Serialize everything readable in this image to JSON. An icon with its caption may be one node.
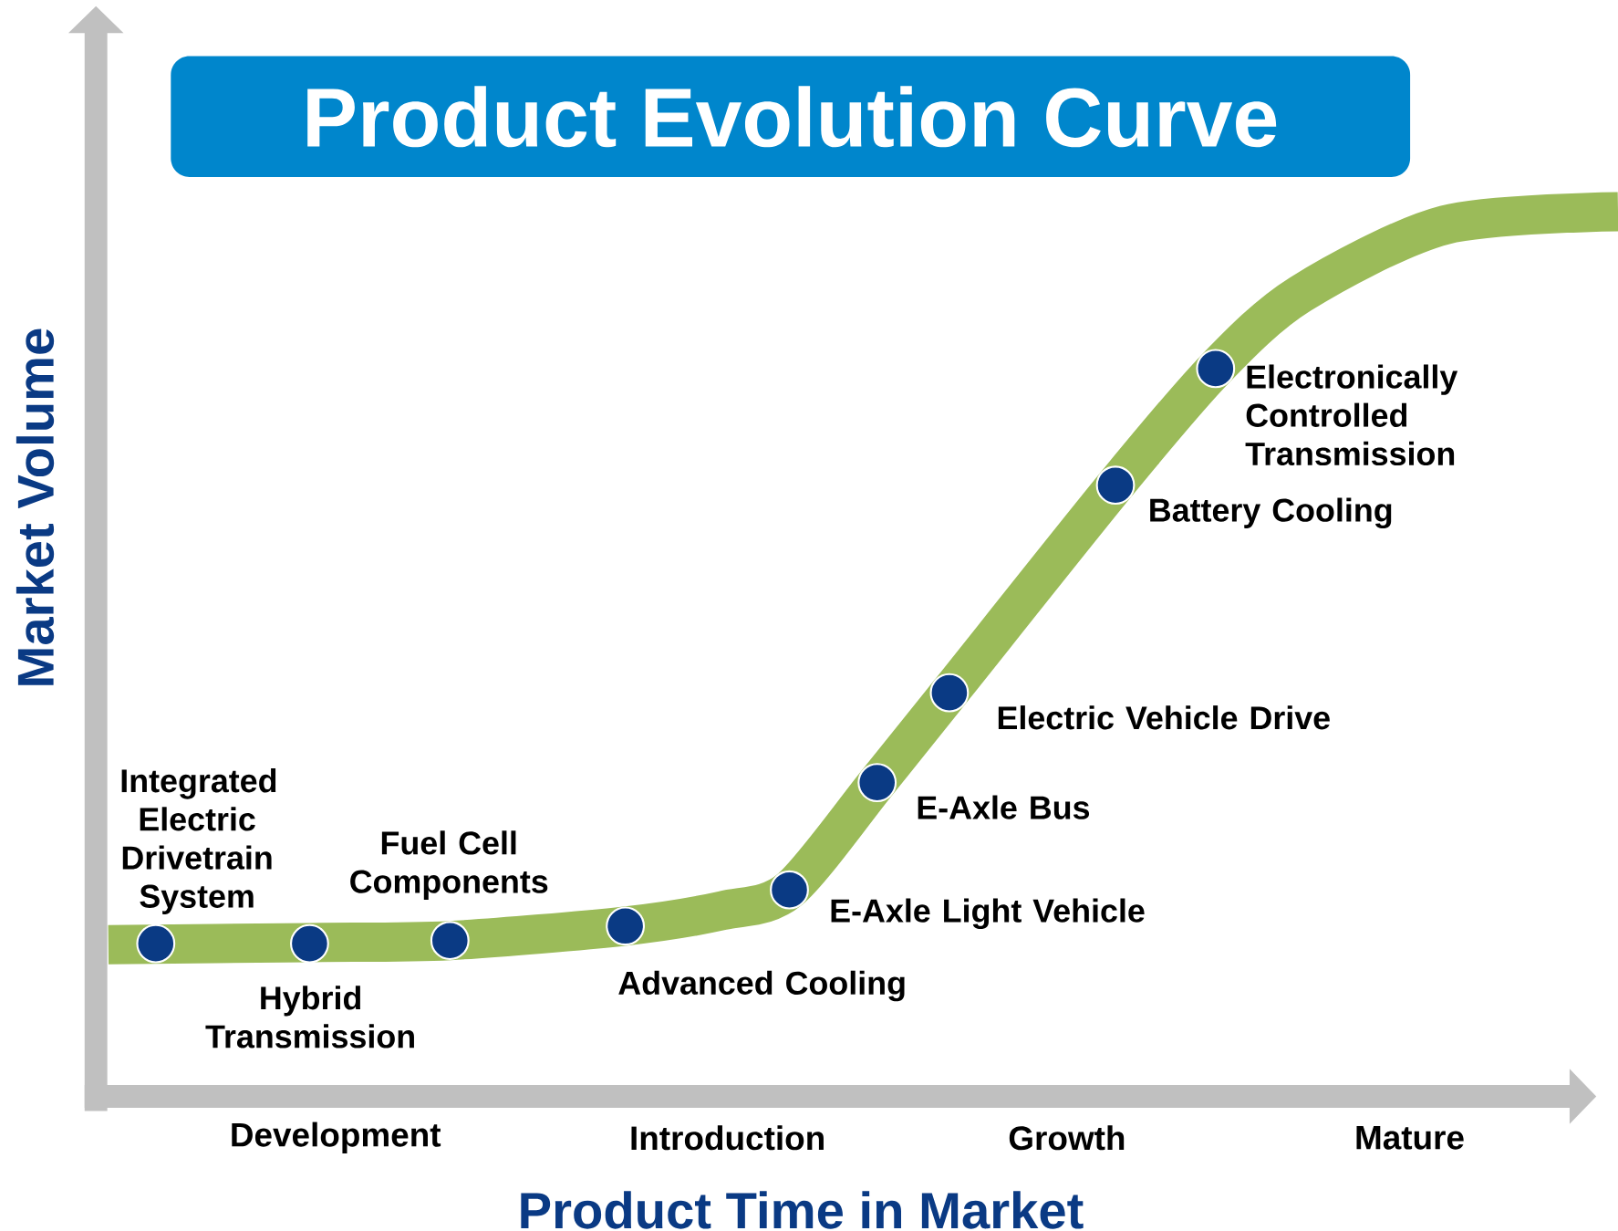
{
  "diagram": {
    "title": "Product Evolution Curve",
    "nodes": [
      {
        "text": [],
        "shape": "circle",
        "beside": [
          "Integrated Electric Drivetrain System"
        ]
      },
      {
        "text": [],
        "shape": "circle",
        "beside": [
          "Hybrid Transmission"
        ]
      },
      {
        "text": [],
        "shape": "circle",
        "beside": [
          "Fuel Cell Components"
        ]
      },
      {
        "text": [],
        "shape": "circle",
        "beside": [
          "Advanced Cooling"
        ]
      },
      {
        "text": [],
        "shape": "circle",
        "beside": [
          "E-Axle Light Vehicle"
        ]
      },
      {
        "text": [],
        "shape": "circle",
        "beside": [
          "E-Axle Bus"
        ]
      },
      {
        "text": [],
        "shape": "circle",
        "beside": [
          "Electric Vehicle Drive"
        ]
      },
      {
        "text": [],
        "shape": "circle",
        "beside": [
          "Battery Cooling"
        ]
      },
      {
        "text": [],
        "shape": "circle",
        "beside": [
          "Electronically Controlled Transmission"
        ]
      }
    ],
    "labels": [
      "Market Volume",
      "Development",
      "Introduction",
      "Growth",
      "Mature",
      "Product Time in Market"
    ]
  }
}
